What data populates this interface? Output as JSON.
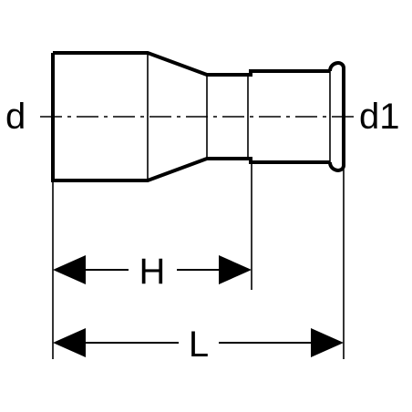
{
  "labels": {
    "inlet_diameter": "d",
    "outlet_diameter": "d1",
    "insertion_depth": "H",
    "overall_length": "L"
  },
  "colors": {
    "line": "#000000",
    "background": "#ffffff"
  }
}
